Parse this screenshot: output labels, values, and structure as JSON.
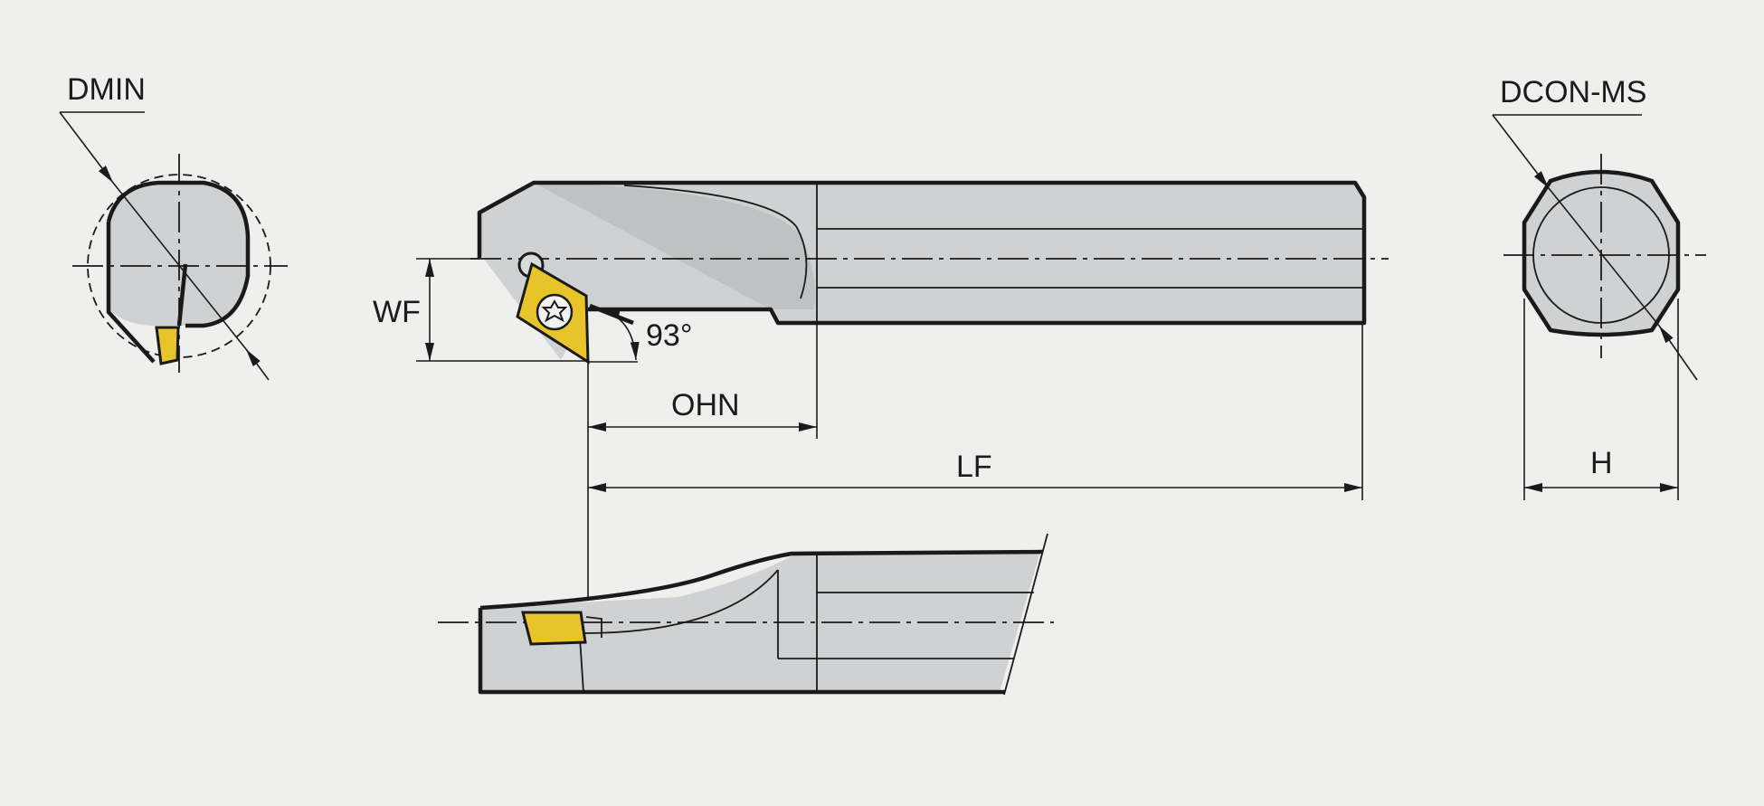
{
  "labels": {
    "dmin": "DMIN",
    "dcon": "DCON-MS",
    "wf": "WF",
    "angle": "93°",
    "ohn": "OHN",
    "lf": "LF",
    "h": "H"
  },
  "colors": {
    "background": "#efefed",
    "body": "#cfd1d2",
    "insert": "#e7c42a",
    "line": "#1a1a1a"
  }
}
